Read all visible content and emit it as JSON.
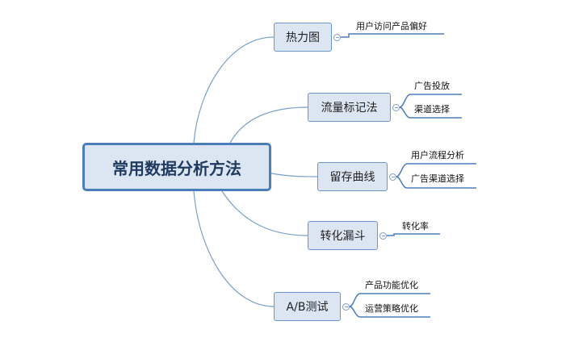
{
  "root": {
    "label": "常用数据分析方法"
  },
  "branches": [
    {
      "label": "热力图",
      "children": [
        "用户访问产品偏好"
      ]
    },
    {
      "label": "流量标记法",
      "children": [
        "广告投放",
        "渠道选择"
      ]
    },
    {
      "label": "留存曲线",
      "children": [
        "用户流程分析",
        "广告渠道选择"
      ]
    },
    {
      "label": "转化漏斗",
      "children": [
        "转化率"
      ]
    },
    {
      "label": "A/B测试",
      "children": [
        "产品功能优化",
        "运营策略优化"
      ]
    }
  ],
  "colors": {
    "node_fill": "#dce6f2",
    "root_border": "#4a7ebb",
    "branch_border": "#6e95c8",
    "connector": "#7aa0cc",
    "leaf_underline": "#4a7ebb"
  }
}
